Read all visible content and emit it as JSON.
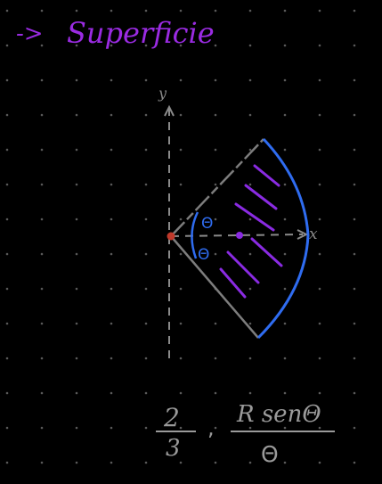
{
  "heading": {
    "arrow": "->",
    "title": "Superficie"
  },
  "axes": {
    "y_label": "y",
    "x_label": "x"
  },
  "angles": {
    "upper": "Θ",
    "lower": "Θ"
  },
  "formula": {
    "fraction1_num": "2",
    "fraction1_den": "3",
    "separator": ",",
    "fraction2_num": "R senΘ",
    "fraction2_den": "Θ"
  },
  "colors": {
    "background": "#000000",
    "grid_dot": "#5a5a5a",
    "heading": "#9a2be2",
    "sector_edge": "#7d7d7d",
    "arc": "#2f6cf0",
    "angle_mark": "#2f6cf0",
    "hatch": "#8a2be2",
    "origin_dot": "#c0392b",
    "centroid_dot": "#8a2be2",
    "axis": "#8a8a8a",
    "formula": "#9a9a9a"
  }
}
